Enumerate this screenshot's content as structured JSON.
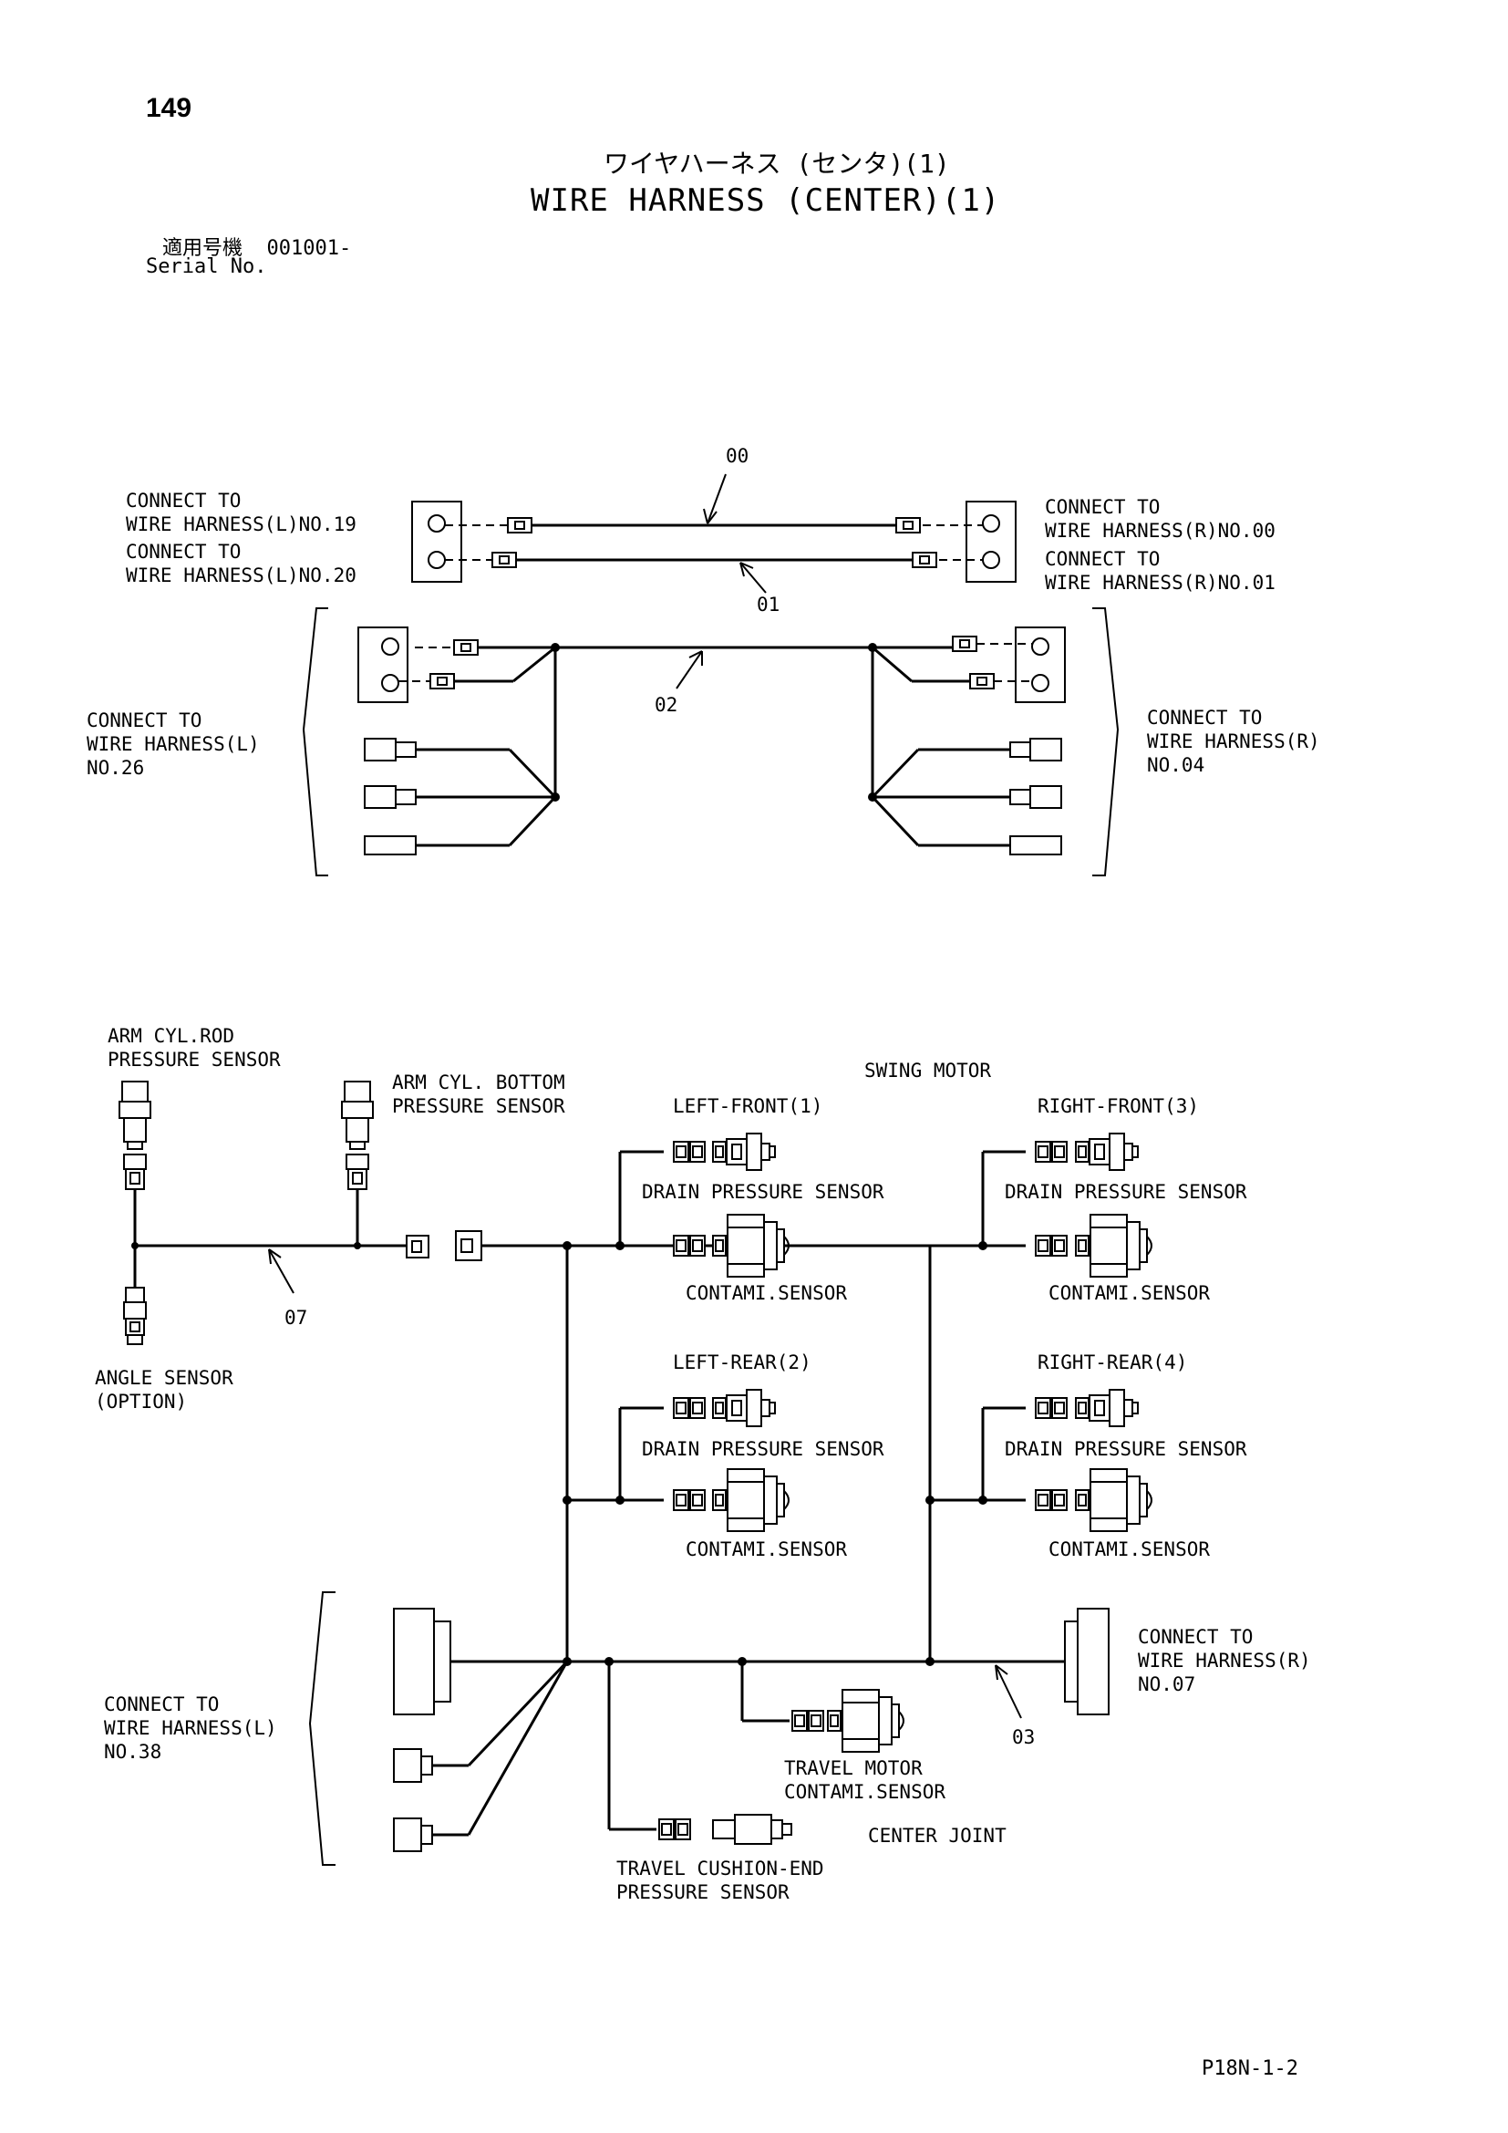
{
  "header": {
    "page_number": "149",
    "title_jp": "ワイヤハーネス (センタ)(1)",
    "title_en": "WIRE HARNESS (CENTER)(1)",
    "serial_jp": "適用号機  001001-",
    "serial_en": "Serial No."
  },
  "footer": {
    "page_ref": "P18N-1-2"
  },
  "upper": {
    "part_00": "00",
    "part_01": "01",
    "part_02": "02",
    "conn_l19_l1": "CONNECT TO",
    "conn_l19_l2": "WIRE HARNESS(L)NO.19",
    "conn_l20_l1": "CONNECT TO",
    "conn_l20_l2": "WIRE HARNESS(L)NO.20",
    "conn_r00_l1": "CONNECT TO",
    "conn_r00_l2": "WIRE HARNESS(R)NO.00",
    "conn_r01_l1": "CONNECT TO",
    "conn_r01_l2": "WIRE HARNESS(R)NO.01",
    "conn_l26_l1": "CONNECT TO",
    "conn_l26_l2": "WIRE HARNESS(L)",
    "conn_l26_l3": "NO.26",
    "conn_r04_l1": "CONNECT TO",
    "conn_r04_l2": "WIRE HARNESS(R)",
    "conn_r04_l3": "NO.04"
  },
  "lower": {
    "part_07": "07",
    "part_03": "03",
    "arm_rod_l1": "ARM CYL.ROD",
    "arm_rod_l2": "PRESSURE SENSOR",
    "arm_bottom_l1": "ARM CYL. BOTTOM",
    "arm_bottom_l2": "PRESSURE SENSOR",
    "angle_l1": "ANGLE SENSOR",
    "angle_l2": "(OPTION)",
    "swing_motor": "SWING MOTOR",
    "left_front": "LEFT-FRONT(1)",
    "right_front": "RIGHT-FRONT(3)",
    "left_rear": "LEFT-REAR(2)",
    "right_rear": "RIGHT-REAR(4)",
    "drain_sensor": "DRAIN PRESSURE SENSOR",
    "contami_sensor": "CONTAMI.SENSOR",
    "conn_l38_l1": "CONNECT TO",
    "conn_l38_l2": "WIRE HARNESS(L)",
    "conn_l38_l3": "NO.38",
    "conn_r07_l1": "CONNECT TO",
    "conn_r07_l2": "WIRE HARNESS(R)",
    "conn_r07_l3": "NO.07",
    "travel_motor_l1": "TRAVEL MOTOR",
    "travel_motor_l2": "CONTAMI.SENSOR",
    "center_joint": "CENTER JOINT",
    "travel_cushion_l1": "TRAVEL CUSHION-END",
    "travel_cushion_l2": "PRESSURE SENSOR"
  }
}
